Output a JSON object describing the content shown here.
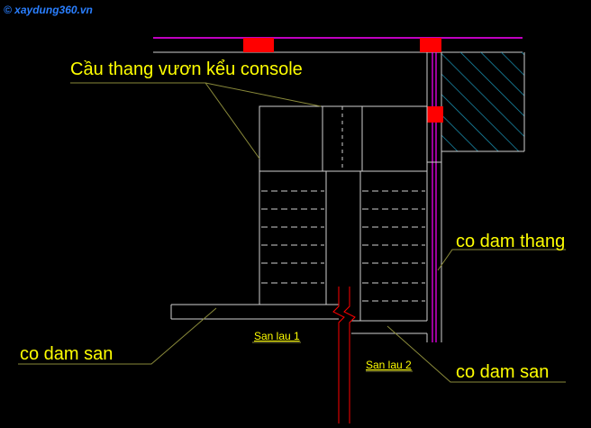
{
  "watermark": "© xaydung360.vn",
  "labels": {
    "console_stair": "Cầu thang vươn kểu console",
    "stair_beam": "co dam thang",
    "floor_beam_left": "co dam san",
    "floor_beam_right": "co dam san",
    "floor_1": "San lau 1",
    "floor_2": "San lau 2"
  },
  "colors": {
    "background": "#000000",
    "line": "#cfcfcf",
    "label": "#ffff00",
    "magenta": "#ff00ff",
    "column": "#ff0000",
    "hatch": "#1a8fb0",
    "cut_line": "#ff0000",
    "watermark": "#2a7fff"
  }
}
